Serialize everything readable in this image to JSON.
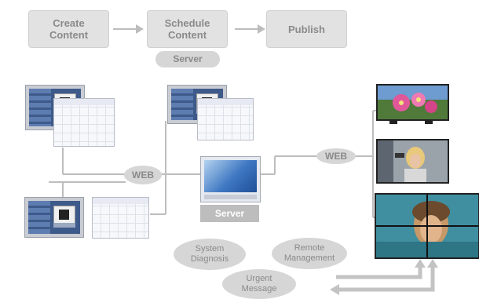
{
  "workflow": {
    "steps": [
      "Create\nContent",
      "Schedule\nContent",
      "Publish"
    ],
    "server_pill": "Server"
  },
  "network": {
    "web_left": "WEB",
    "web_right": "WEB",
    "server_label": "Server"
  },
  "functions": {
    "system_diagnosis": "System\nDiagnosis",
    "remote_management": "Remote\nManagement",
    "urgent_message": "Urgent\nMessage"
  },
  "colors": {
    "box_fill": "#e2e2e2",
    "text_gray": "#8a8a8a",
    "line_gray": "#bcbcbc"
  }
}
